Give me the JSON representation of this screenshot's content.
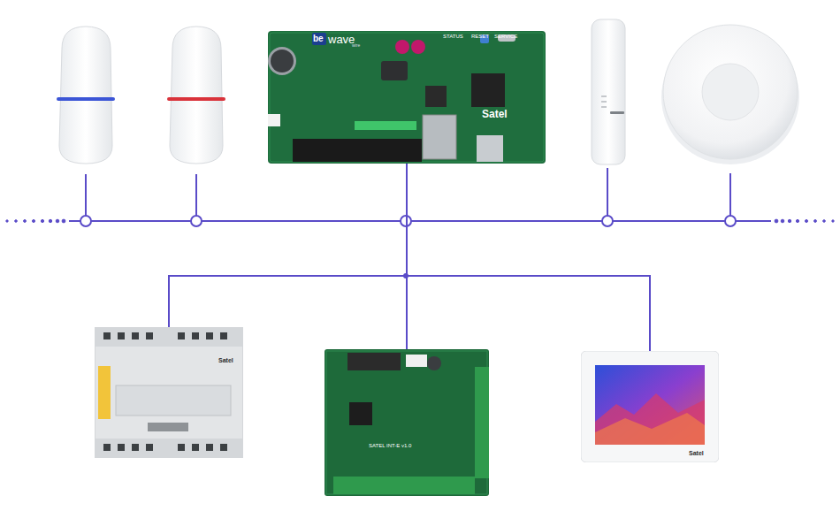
{
  "diagram": {
    "nodes": [
      {
        "text": [
          "be",
          "wave",
          "wire",
          "STATUS",
          "RESET",
          "SERVICE",
          "Satel"
        ]
      },
      {
        "text": [
          "Satel"
        ]
      },
      {
        "text": [
          "SATEL INT-E v1.0"
        ]
      },
      {
        "text": [
          "Satel"
        ]
      }
    ],
    "edges": [
      {
        "from": 0,
        "to": 1,
        "arrow": "none"
      },
      {
        "from": 0,
        "to": 2,
        "arrow": "none"
      },
      {
        "from": 0,
        "to": 3,
        "arrow": "none"
      }
    ]
  }
}
